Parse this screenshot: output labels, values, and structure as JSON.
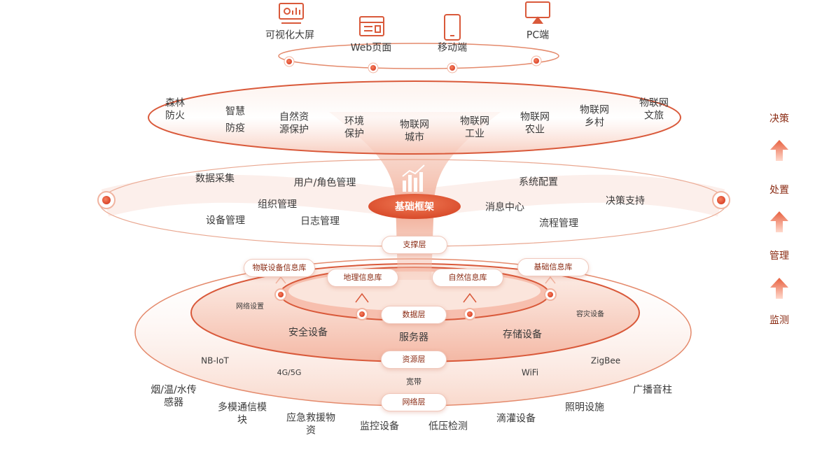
{
  "top_clients": [
    "可视化大屏",
    "Web页面",
    "移动端",
    "PC端"
  ],
  "application_ring": [
    [
      "森林",
      "防火"
    ],
    [
      "智慧",
      "防疫"
    ],
    [
      "自然资",
      "源保护"
    ],
    [
      "环境",
      "保护"
    ],
    [
      "物联网",
      "城市"
    ],
    [
      "物联网",
      "工业"
    ],
    [
      "物联网",
      "农业"
    ],
    [
      "物联网",
      "乡村"
    ],
    [
      "物联网",
      "文旅"
    ]
  ],
  "framework": {
    "title": "基础框架",
    "left_items": [
      "数据采集",
      "用户/角色管理",
      "组织管理",
      "设备管理",
      "日志管理"
    ],
    "right_items": [
      "系统配置",
      "消息中心",
      "决策支持",
      "流程管理"
    ]
  },
  "layers": {
    "support": "支撑层",
    "data": "数据层",
    "resource": "资源层",
    "network": "网络层"
  },
  "databases": [
    "物联设备信息库",
    "地理信息库",
    "自然信息库",
    "基础信息库"
  ],
  "resource_items": {
    "network_setup": "网络设置",
    "disaster": "容灾设备",
    "security": "安全设备",
    "server": "服务器",
    "storage": "存储设备"
  },
  "network_items": {
    "nbiot": "NB-IoT",
    "g45": "4G/5G",
    "broadband": "宽带",
    "wifi": "WiFi",
    "zigbee": "ZigBee"
  },
  "devices": [
    [
      "烟/温/水传",
      "感器"
    ],
    [
      "多模通信模",
      "块"
    ],
    [
      "应急救援物",
      "资"
    ],
    [
      "监控设备"
    ],
    [
      "低压检测"
    ],
    [
      "滴灌设备"
    ],
    [
      "照明设施"
    ],
    [
      "广播音柱"
    ]
  ],
  "sidebar": [
    "决策",
    "处置",
    "管理",
    "监测"
  ],
  "colors": {
    "accent": "#e05a3a",
    "dark_text": "#3a3a3a",
    "label_red": "#8a2a12"
  }
}
